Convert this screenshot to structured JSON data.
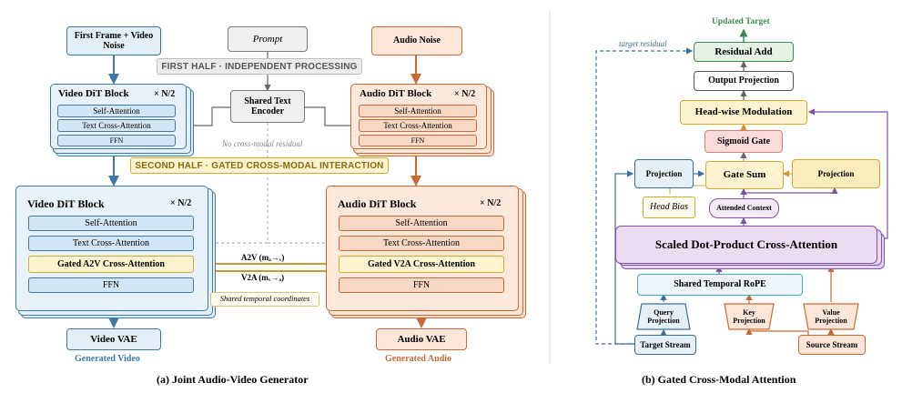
{
  "panel_a": {
    "caption": "(a) Joint Audio-Video Generator",
    "first_frame": "First Frame + Video Noise",
    "prompt": "Prompt",
    "audio_noise": "Audio Noise",
    "banner_first": "FIRST HALF · INDEPENDENT PROCESSING",
    "banner_second": "SECOND HALF · GATED CROSS-MODAL INTERACTION",
    "shared_text_encoder": "Shared Text Encoder",
    "no_residual": "No cross-modal residual",
    "video_top": {
      "title": "Video DiT Block",
      "repeat": "× N/2",
      "rows": [
        "Self-Attention",
        "Text Cross-Attention",
        "FFN"
      ]
    },
    "audio_top": {
      "title": "Audio DiT Block",
      "repeat": "× N/2",
      "rows": [
        "Self-Attention",
        "Text Cross-Attention",
        "FFN"
      ]
    },
    "video_bottom": {
      "title": "Video DiT Block",
      "repeat": "× N/2",
      "rows": [
        "Self-Attention",
        "Text Cross-Attention",
        "Gated A2V Cross-Attention",
        "FFN"
      ]
    },
    "audio_bottom": {
      "title": "Audio DiT Block",
      "repeat": "× N/2",
      "rows": [
        "Self-Attention",
        "Text Cross-Attention",
        "Gated V2A Cross-Attention",
        "FFN"
      ]
    },
    "a2v_label": "A2V (mₐ→ᵥ)",
    "v2a_label": "V2A (mᵥ→ₐ)",
    "shared_temporal": "Shared temporal coordinates",
    "video_vae": "Video VAE",
    "audio_vae": "Audio VAE",
    "generated_video": "Generated Video",
    "generated_audio": "Generated Audio"
  },
  "panel_b": {
    "caption": "(b) Gated Cross-Modal Attention",
    "updated_target": "Updated Target",
    "target_residual": "target residual",
    "residual_add": "Residual Add",
    "output_projection": "Output Projection",
    "headwise_modulation": "Head-wise Modulation",
    "sigmoid_gate": "Sigmoid Gate",
    "projection_left": "Projection",
    "gate_sum": "Gate Sum",
    "projection_right": "Projection",
    "head_bias": "Head Bias",
    "attended_context": "Attended Context",
    "sdpa": "Scaled Dot-Product Cross-Attention",
    "rope": "Shared Temporal RoPE",
    "query_projection": "Query Projection",
    "key_projection": "Key Projection",
    "value_projection": "Value Projection",
    "target_stream": "Target Stream",
    "source_stream": "Source Stream"
  },
  "colors": {
    "video": "#3f79a8",
    "audio": "#c96a35",
    "gate": "#d8a830",
    "residual": "#3c8a54",
    "attention": "#7d54a3"
  }
}
